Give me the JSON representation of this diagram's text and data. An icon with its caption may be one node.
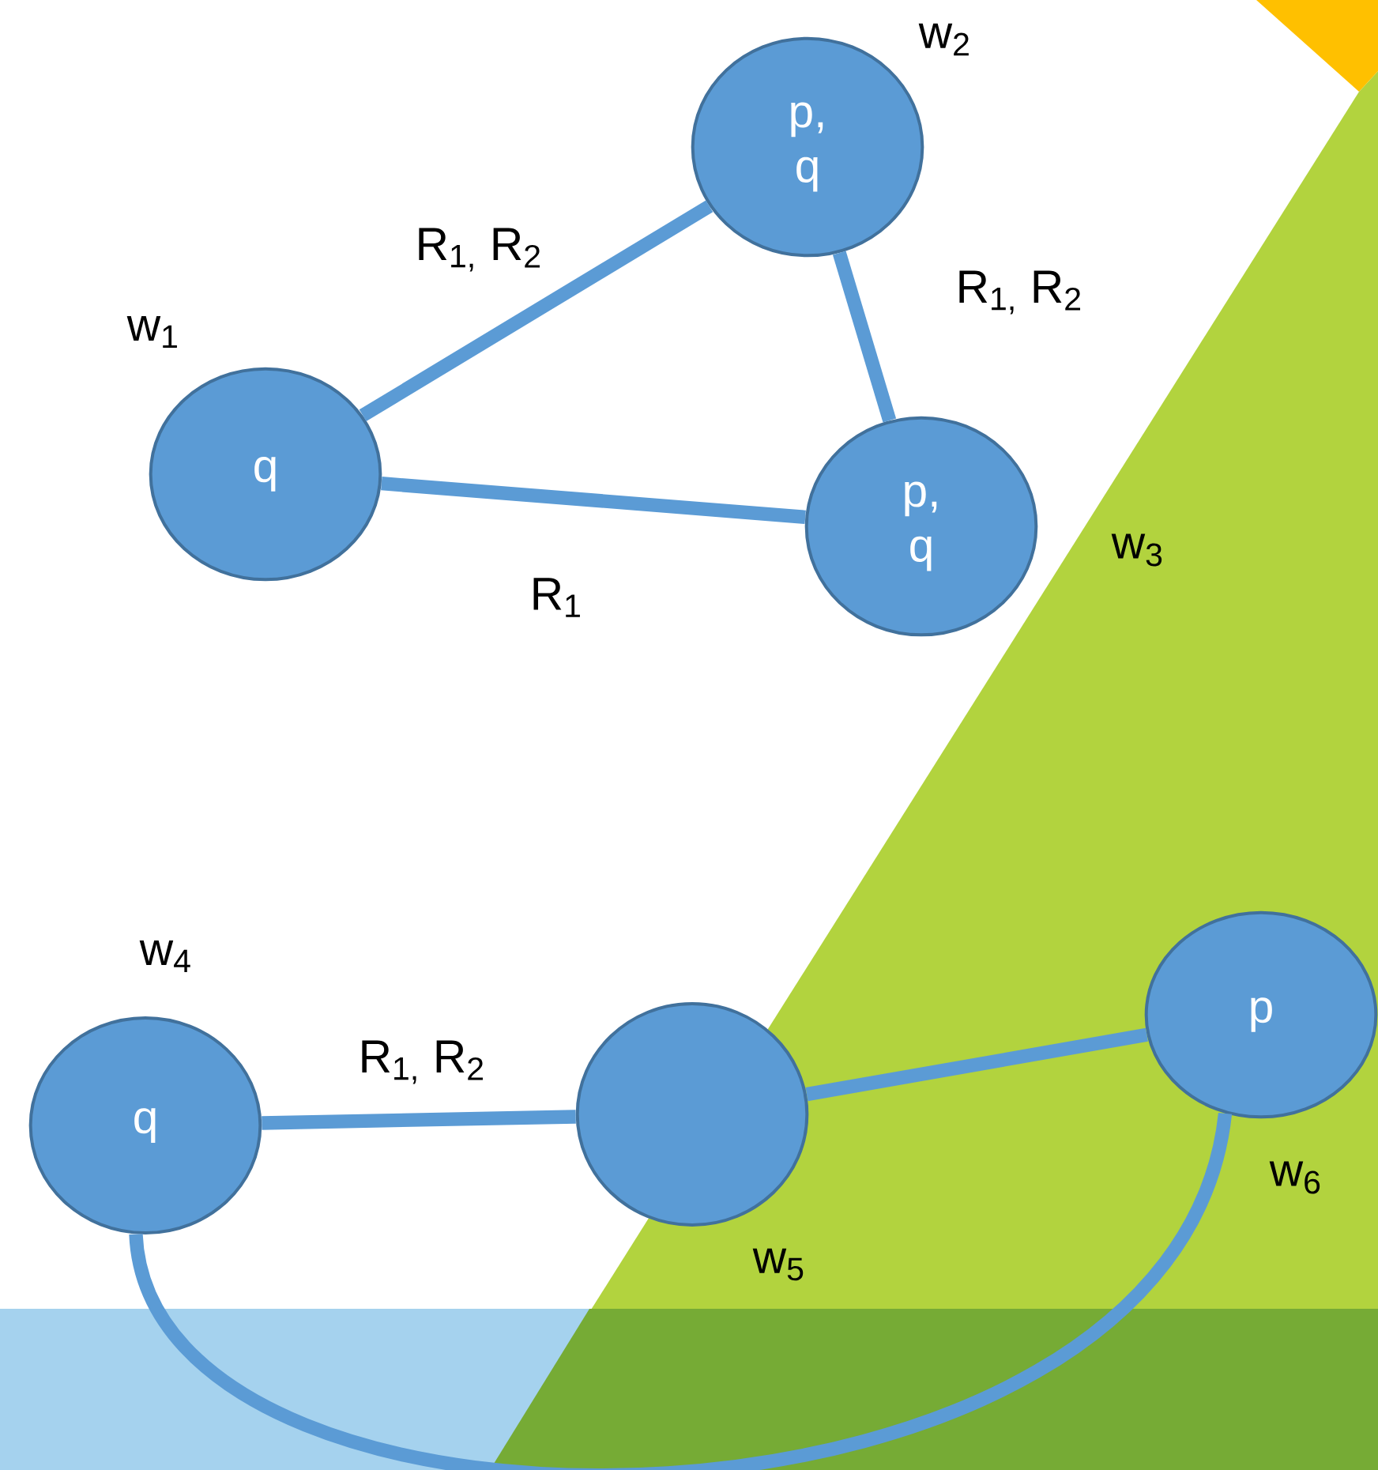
{
  "diagram": {
    "nodes": [
      {
        "text": [
          "q"
        ],
        "beside": [
          "w$_{1}$"
        ]
      },
      {
        "text": [
          "p, q"
        ],
        "beside": [
          "w$_{2}$"
        ]
      },
      {
        "text": [
          "p, q"
        ],
        "beside": [
          "w$_{3}$"
        ]
      },
      {
        "text": [
          "q"
        ],
        "beside": [
          "w$_{4}$"
        ]
      },
      {
        "text": [],
        "shape": "circle",
        "beside": [
          "w$_{5}$"
        ]
      },
      {
        "text": [
          "p"
        ],
        "beside": [
          "w$_{6}$"
        ]
      }
    ],
    "edges": [
      {
        "from": 0,
        "to": 1,
        "arrow": "none",
        "label": "R$_{1,}$ R$_{2}$"
      },
      {
        "from": 1,
        "to": 2,
        "arrow": "none",
        "label": "R$_{1,}$ R$_{2}$"
      },
      {
        "from": 0,
        "to": 2,
        "arrow": "none",
        "label": "R$_{1}$"
      },
      {
        "from": 3,
        "to": 4,
        "arrow": "none",
        "label": "R$_{1,}$ R$_{2}$"
      },
      {
        "from": 4,
        "to": 5,
        "arrow": "none"
      },
      {
        "from": 3,
        "to": 5,
        "arrow": "none"
      }
    ]
  }
}
